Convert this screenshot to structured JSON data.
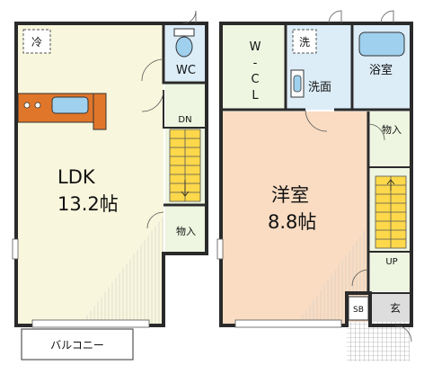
{
  "floor1": {
    "ldk_name": "LDK",
    "ldk_size": "13.2帖",
    "fridge": "冷",
    "wc": "WC",
    "stairs_down": "DN",
    "storage": "物入",
    "balcony": "バルコニー"
  },
  "floor2": {
    "bedroom_name": "洋室",
    "bedroom_size": "8.8帖",
    "wcl_1": "W",
    "wcl_2": "-",
    "wcl_3": "C",
    "wcl_4": "L",
    "washer": "洗",
    "washroom": "洗面",
    "bath": "浴室",
    "storage": "物入",
    "stairs_up": "UP",
    "shoe_box": "SB",
    "entrance": "玄"
  },
  "colors": {
    "ldk_floor": "#f8f6dc",
    "bedroom_floor": "#f9dcc2",
    "wet_area": "#dcedf8",
    "corridor": "#eef5e0",
    "stairs": "#fcd84a",
    "kitchen_counter": "#e0762a",
    "walls": "#2a2a2a"
  }
}
